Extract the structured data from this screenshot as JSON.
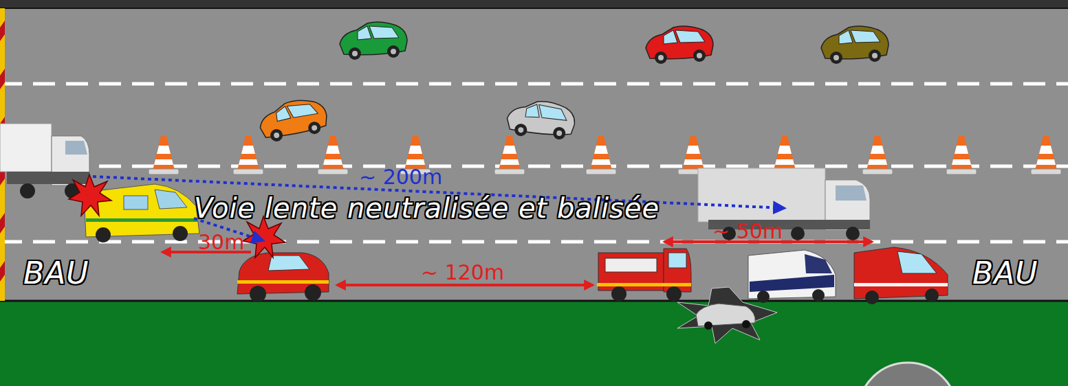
{
  "diagram": {
    "labels": [
      "~ 200m",
      "Voie lente neutralisée et balisée",
      "30m",
      "~ 120m",
      "~ 50m",
      "BAU",
      "BAU"
    ]
  }
}
